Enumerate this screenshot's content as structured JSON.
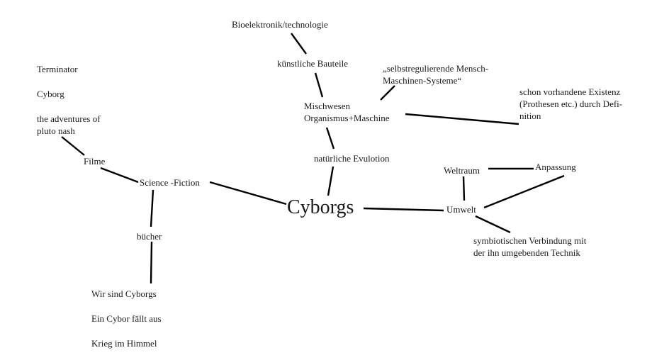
{
  "colors": {
    "text": "#1a1a1a",
    "line": "#000000",
    "background": "#ffffff"
  },
  "center": "Cyborgs",
  "nodes": {
    "bioelektronik": "Bioelektronik/technologie",
    "kuenstliche_bauteile": "künstliche Bauteile",
    "selbstregulierend": [
      "„selbstregulierende Mensch-",
      "Maschinen-Systeme“"
    ],
    "mischwesen": [
      "Mischwesen",
      "Organismus+Maschine"
    ],
    "existenz": [
      "schon vorhandene Existenz",
      "(Prothesen etc.) durch Defi-",
      "nition"
    ],
    "natuerliche_evolution": "natürliche Evulotion",
    "weltraum": "Weltraum",
    "anpassung": "Anpassung",
    "umwelt": "Umwelt",
    "symbiotisch": [
      "symbiotischen Verbindung mit",
      "der ihn umgebenden Technik"
    ],
    "science_fiction": "Science -Fiction",
    "filme": "Filme",
    "buecher": "bücher",
    "films": [
      "Terminator",
      "Cyborg",
      "the adventures of",
      "pluto nash"
    ],
    "books": [
      "Wir sind Cyborgs",
      "Ein Cybor fällt aus",
      "Krieg im Himmel"
    ]
  }
}
